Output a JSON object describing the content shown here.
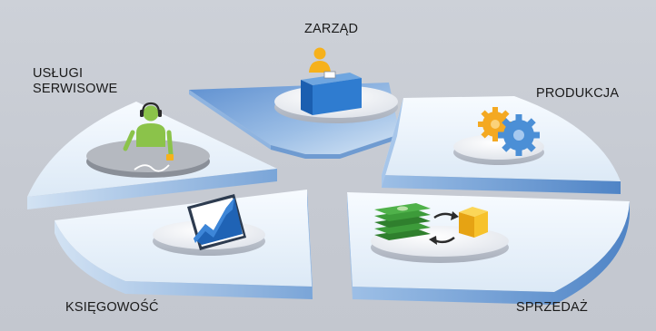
{
  "diagram": {
    "segments": [
      {
        "key": "zarzad",
        "label": "ZARZĄD",
        "icon": "manager-desk-icon"
      },
      {
        "key": "produkcja",
        "label": "PRODUKCJA",
        "icon": "gears-icon"
      },
      {
        "key": "sprzedaz",
        "label": "SPRZEDAŻ",
        "icon": "money-exchange-icon"
      },
      {
        "key": "ksiegowosc",
        "label": "KSIĘGOWOŚĆ",
        "icon": "growth-chart-icon"
      },
      {
        "key": "uslugi",
        "label_lines": [
          "USŁUGI",
          "SERWISOWE"
        ],
        "icon": "headset-operator-icon"
      }
    ],
    "colors": {
      "slice_top": "#e9f2fa",
      "slice_side": "#6f9bd1",
      "gear_orange": "#f4a922",
      "gear_blue": "#4b8fd6",
      "figure_yellow": "#f6b11b",
      "figure_green": "#8bc34a",
      "money_green": "#3d9b3a",
      "box_yellow": "#f7c22b",
      "chart_blue": "#1f63b5"
    }
  }
}
